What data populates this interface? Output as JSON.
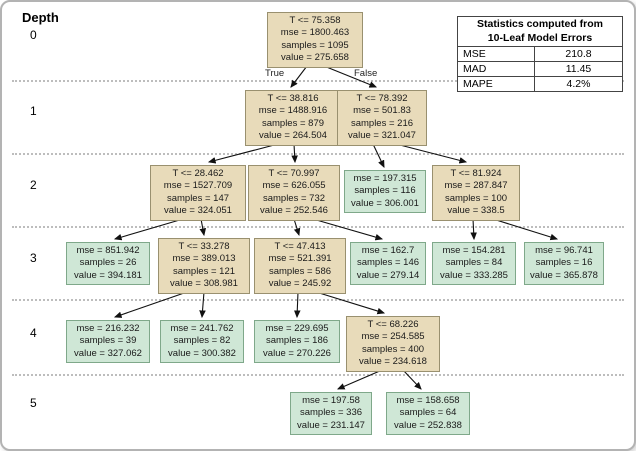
{
  "depth_axis": {
    "title": "Depth",
    "levels": [
      "0",
      "1",
      "2",
      "3",
      "4",
      "5"
    ]
  },
  "branch_labels": {
    "left": "True",
    "right": "False"
  },
  "stats_table": {
    "header_line1": "Statistics computed from",
    "header_line2": "10-Leaf Model Errors",
    "rows": [
      {
        "label": "MSE",
        "value": "210.8"
      },
      {
        "label": "MAD",
        "value": "11.45"
      },
      {
        "label": "MAPE",
        "value": "4.2%"
      }
    ]
  },
  "colors": {
    "internal_node_fill": "#e8dbba",
    "leaf_node_fill": "#cfe7d6",
    "stats_header_fill": "#b8cce4"
  },
  "tree": {
    "n0": {
      "condition": "T <= 75.358",
      "mse": "mse = 1800.463",
      "samples": "samples = 1095",
      "value": "value = 275.658"
    },
    "n1a": {
      "condition": "T <= 38.816",
      "mse": "mse = 1488.916",
      "samples": "samples = 879",
      "value": "value = 264.504"
    },
    "n1b": {
      "condition": "T <= 78.392",
      "mse": "mse = 501.83",
      "samples": "samples = 216",
      "value": "value = 321.047"
    },
    "n2a": {
      "condition": "T <= 28.462",
      "mse": "mse = 1527.709",
      "samples": "samples = 147",
      "value": "value = 324.051"
    },
    "n2b": {
      "condition": "T <= 70.997",
      "mse": "mse = 626.055",
      "samples": "samples = 732",
      "value": "value = 252.546"
    },
    "n2c": {
      "mse": "mse = 197.315",
      "samples": "samples = 116",
      "value": "value = 306.001"
    },
    "n2d": {
      "condition": "T <= 81.924",
      "mse": "mse = 287.847",
      "samples": "samples = 100",
      "value": "value = 338.5"
    },
    "n3a": {
      "mse": "mse = 851.942",
      "samples": "samples = 26",
      "value": "value = 394.181"
    },
    "n3b": {
      "condition": "T <= 33.278",
      "mse": "mse = 389.013",
      "samples": "samples = 121",
      "value": "value = 308.981"
    },
    "n3c": {
      "condition": "T <= 47.413",
      "mse": "mse = 521.391",
      "samples": "samples = 586",
      "value": "value = 245.92"
    },
    "n3d": {
      "mse": "mse = 162.7",
      "samples": "samples = 146",
      "value": "value = 279.14"
    },
    "n3e": {
      "mse": "mse = 154.281",
      "samples": "samples = 84",
      "value": "value = 333.285"
    },
    "n3f": {
      "mse": "mse = 96.741",
      "samples": "samples = 16",
      "value": "value = 365.878"
    },
    "n4a": {
      "mse": "mse = 216.232",
      "samples": "samples = 39",
      "value": "value = 327.062"
    },
    "n4b": {
      "mse": "mse = 241.762",
      "samples": "samples = 82",
      "value": "value = 300.382"
    },
    "n4c": {
      "mse": "mse = 229.695",
      "samples": "samples = 186",
      "value": "value = 270.226"
    },
    "n4d": {
      "condition": "T <= 68.226",
      "mse": "mse = 254.585",
      "samples": "samples = 400",
      "value": "value = 234.618"
    },
    "n5a": {
      "mse": "mse = 197.58",
      "samples": "samples = 336",
      "value": "value = 231.147"
    },
    "n5b": {
      "mse": "mse = 158.658",
      "samples": "samples = 64",
      "value": "value = 252.838"
    }
  }
}
